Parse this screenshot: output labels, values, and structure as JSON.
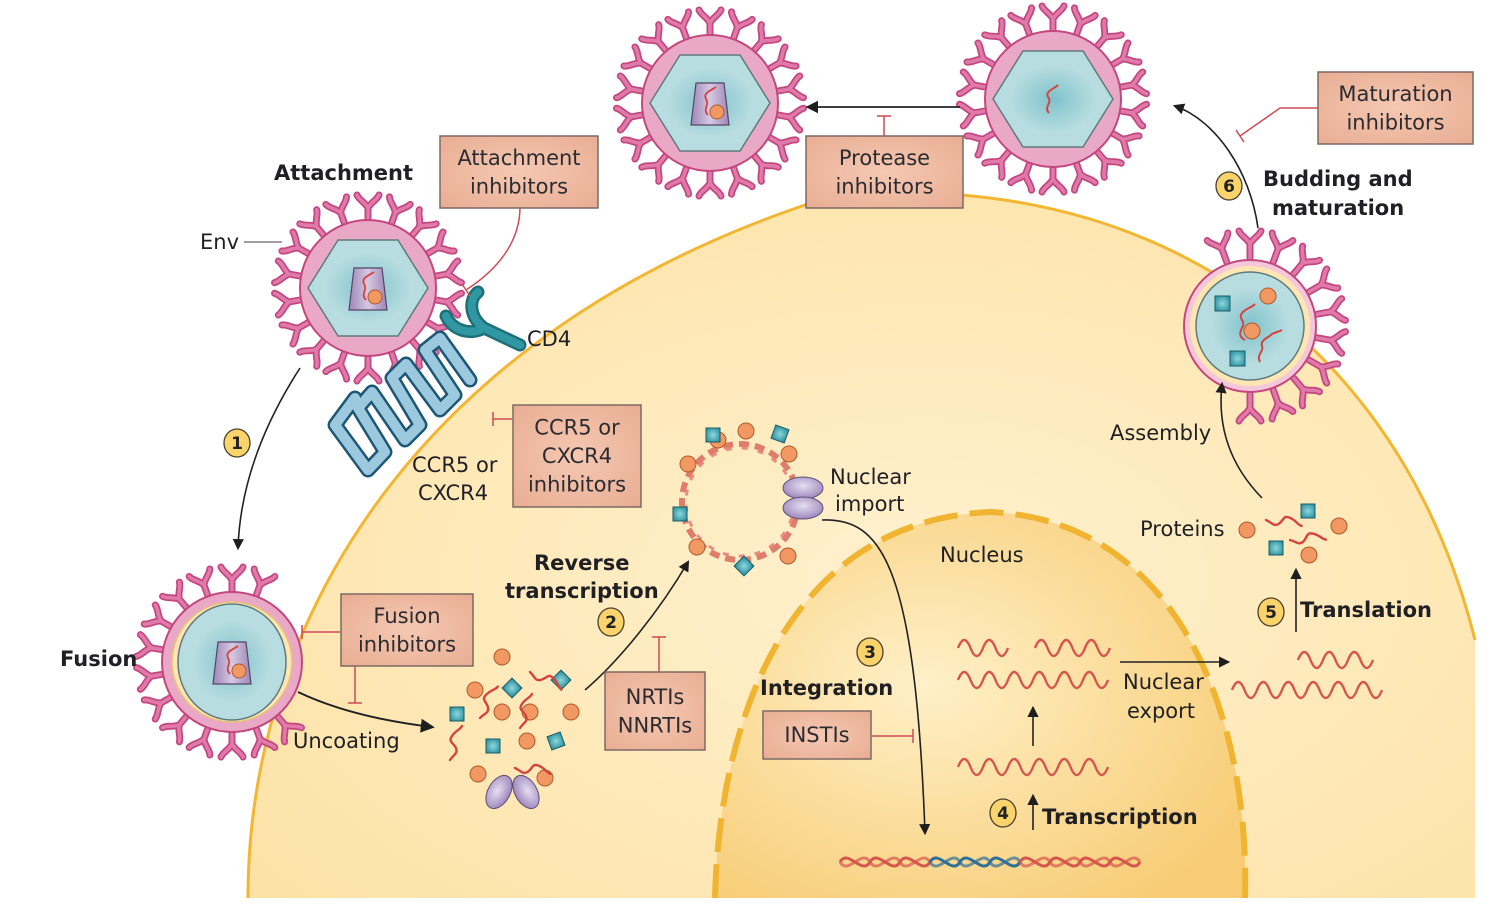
{
  "title": "HIV life cycle and antiretroviral drug targets",
  "colors": {
    "cytoplasm": "#fde6b2",
    "cell_membrane": "#f2b632",
    "nucleus": "#fbd98a",
    "inhibitor_box_fill": "#ebb49c",
    "inhibitor_box_border": "#7c6a64",
    "inhibition_line": "#cf4a55",
    "envelope": "#d96fa0",
    "capsid": "#aed8dc",
    "core": "#a98fbf",
    "rna": "#d5443c",
    "protein_circle": "#f29862",
    "protein_square": "#2f9ea8",
    "receptor": "#2a8b96",
    "coreceptor": "#8bbfd6",
    "badge": "#fad36a"
  },
  "steps": [
    {
      "number": "1",
      "label": ""
    },
    {
      "number": "2",
      "label": "Reverse transcription"
    },
    {
      "number": "3",
      "label": "Integration"
    },
    {
      "number": "4",
      "label": "Transcription"
    },
    {
      "number": "5",
      "label": "Translation"
    },
    {
      "number": "6",
      "label": "Budding and maturation"
    }
  ],
  "stage_labels": {
    "attachment": "Attachment",
    "fusion": "Fusion",
    "reverse_transcription_line1": "Reverse",
    "reverse_transcription_line2": "transcription",
    "integration": "Integration",
    "transcription": "Transcription",
    "translation": "Translation",
    "budding_line1": "Budding and",
    "budding_line2": "maturation"
  },
  "labels": {
    "env": "Env",
    "cd4": "CD4",
    "coreceptor_line1": "CCR5 or",
    "coreceptor_line2": "CXCR4",
    "uncoating": "Uncoating",
    "nuclear_import_line1": "Nuclear",
    "nuclear_import_line2": "import",
    "nucleus": "Nucleus",
    "nuclear_export_line1": "Nuclear",
    "nuclear_export_line2": "export",
    "proteins": "Proteins",
    "assembly": "Assembly"
  },
  "inhibitors": {
    "attachment": [
      "Attachment",
      "inhibitors"
    ],
    "coreceptor": [
      "CCR5 or",
      "CXCR4",
      "inhibitors"
    ],
    "fusion": [
      "Fusion",
      "inhibitors"
    ],
    "rt": [
      "NRTIs",
      "NNRTIs"
    ],
    "integrase": [
      "INSTIs"
    ],
    "protease": [
      "Protease",
      "inhibitors"
    ],
    "maturation": [
      "Maturation",
      "inhibitors"
    ]
  }
}
